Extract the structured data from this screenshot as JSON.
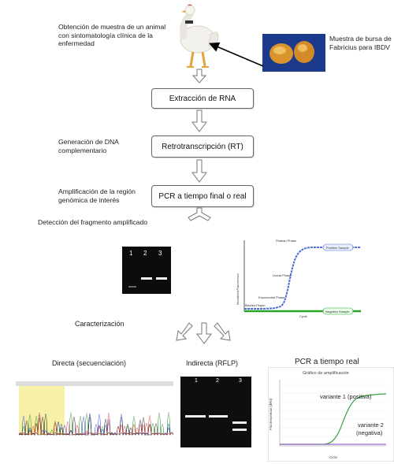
{
  "steps": {
    "sample_note": "Obtención de muestra de un animal con sintomatología clínica de la enfermedad",
    "bursa_note": "Muestra de bursa de Fabricius para IBDV",
    "rna_box": "Extracción de RNA",
    "cdna_note": "Generación de DNA complementario",
    "rt_box": "Retrotranscripción (RT)",
    "amp_note": "Amplificación de la región genómica de interés",
    "pcr_box": "PCR a tiempo final o real",
    "detect_note": "Detección  del fragmento amplificado",
    "char_note": "Caracterización"
  },
  "gel_top": {
    "lanes": [
      "1",
      "2",
      "3"
    ]
  },
  "curve_top": {
    "y_label": "Normalized Fluorescence",
    "x_label": "Cycle",
    "phases": [
      "Plateau Phase",
      "Linear Phase",
      "Exponential Phase",
      "Baseline Region"
    ],
    "positive_label": "Positive Sample",
    "negative_label": "Negative Sample"
  },
  "bottom": {
    "seq_title": "Directa (secuenciación)",
    "rflp_title": "Indirecta (RFLP)",
    "rflp_lanes": [
      "1",
      "2",
      "3"
    ],
    "rt_title": "PCR a tiempo real",
    "rt_chart_title": "Gráfico de amplificación",
    "rt_ylabel": "Fluorescencia (dRn)",
    "rt_xlabel": "Ciclo",
    "variant1": "variante 1 (positiva)",
    "variant2_line1": "variante 2",
    "variant2_line2": "(negativa)"
  },
  "colors": {
    "positive_curve": "#4a6fd8",
    "negative_curve": "#2aa12a",
    "variant1_curve": "#3aa04a",
    "variant2_curve": "#9a6ad0",
    "seq_highlight": "#f7f1a8"
  }
}
